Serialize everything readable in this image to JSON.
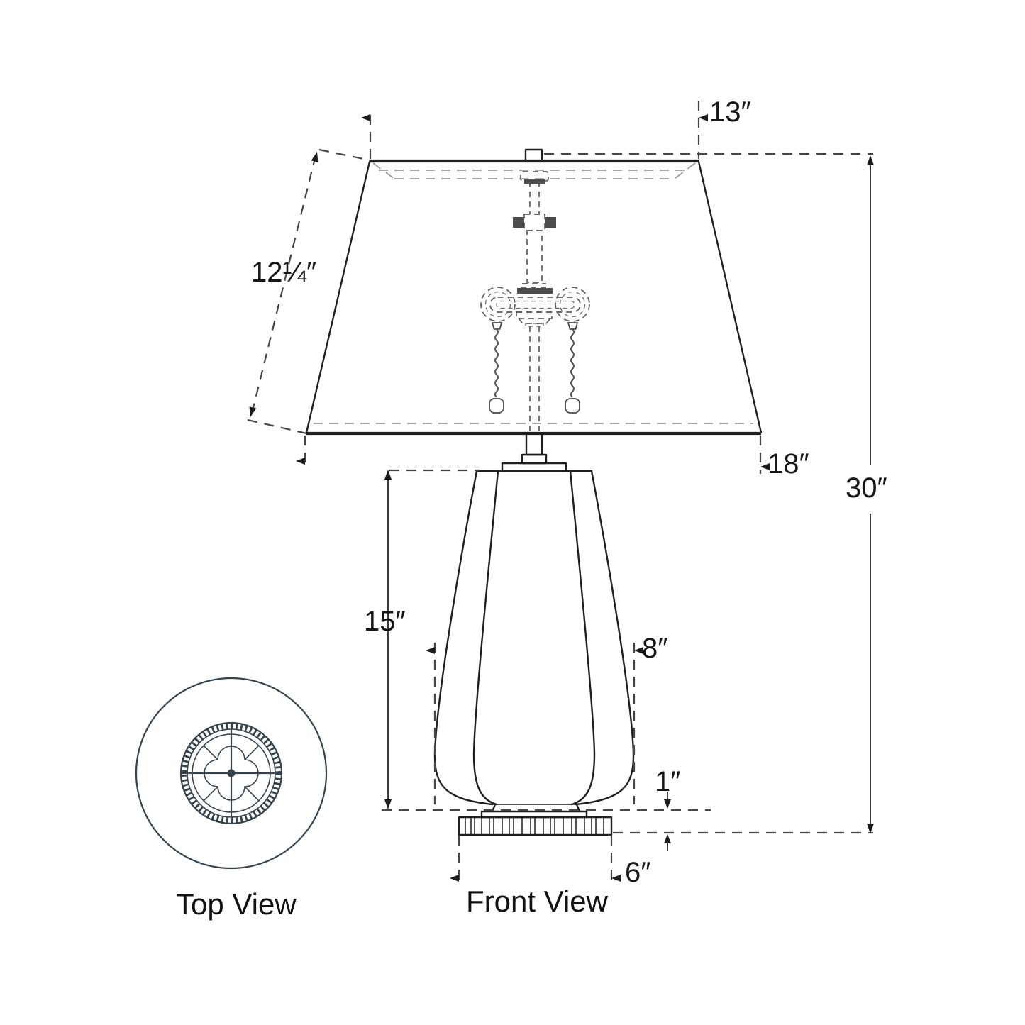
{
  "page": {
    "background": "#ffffff",
    "description": "Table lamp specification line drawing with dimensions"
  },
  "labels": {
    "top_view": "Top View",
    "front_view": "Front View"
  },
  "dimensions": {
    "shade_top_width": "13″",
    "shade_slant_height": "12¼″",
    "shade_bottom_width": "18″",
    "overall_height": "30″",
    "body_height": "15″",
    "body_width": "8″",
    "base_height": "1″",
    "base_width": "6″"
  },
  "colors": {
    "front_view_line": "#1f1f1f",
    "hidden_line": "#5c5c5c",
    "dimension_line": "#464646",
    "top_view_line": "#35434f",
    "text": "#161616"
  }
}
